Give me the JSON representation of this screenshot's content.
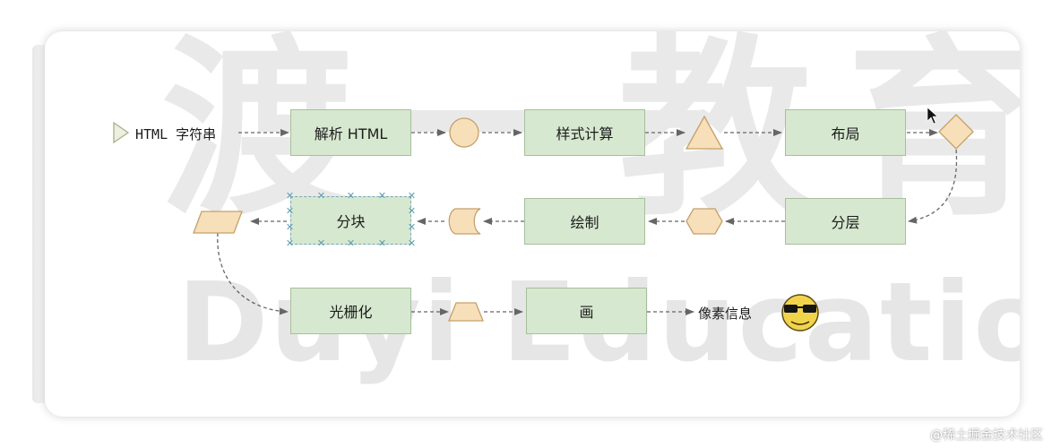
{
  "watermark": {
    "chinese": "渡一教育",
    "english": "Duyi Education"
  },
  "diagram": {
    "start_label": "HTML 字符串",
    "boxes": {
      "parse_html": "解析 HTML",
      "style_compute": "样式计算",
      "layout": "布局",
      "layering": "分层",
      "draw": "绘制",
      "tiling": "分块",
      "raster": "光栅化",
      "paint": "画"
    },
    "end_label": "像素信息"
  },
  "credit": "@稀土掘金技术社区",
  "colors": {
    "box_fill": "#d6e8cf",
    "box_border": "#a6bf9d",
    "shape_fill": "#f7dfba",
    "shape_stroke": "#c4a06a",
    "arrow": "#666666",
    "emoji": "#f1d44c"
  }
}
